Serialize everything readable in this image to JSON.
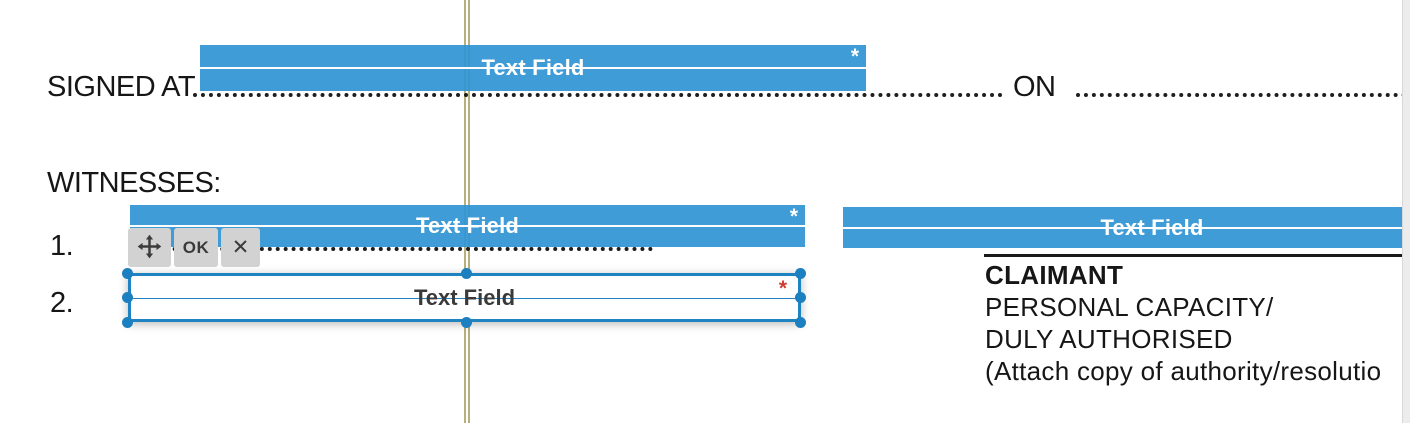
{
  "page": {
    "accent_blue": "#3095d3",
    "handle_blue": "#1b7fc0",
    "guide_color": "#b7b07c",
    "gutter_color": "#ececec"
  },
  "document": {
    "signed_at_label": "SIGNED AT",
    "on_label": "ON",
    "witnesses_label": "WITNESSES:",
    "witness_1_number": "1.",
    "witness_2_number": "2.",
    "claimant_line_1": "CLAIMANT",
    "claimant_line_2": "PERSONAL CAPACITY/",
    "claimant_line_3": "DULY AUTHORISED",
    "claimant_line_4": "(Attach copy of authority/resolutio"
  },
  "fields": {
    "signed_at": {
      "label": "Text Field",
      "required_marker": "*"
    },
    "witness_1": {
      "label": "Text Field",
      "required_marker": "*"
    },
    "witness_2": {
      "label": "Text Field",
      "required_marker": "*",
      "selected": true
    },
    "claimant": {
      "label": "Text Field"
    }
  },
  "toolbar": {
    "move_icon": "move-icon",
    "ok_label": "OK",
    "close_glyph": "✕"
  }
}
